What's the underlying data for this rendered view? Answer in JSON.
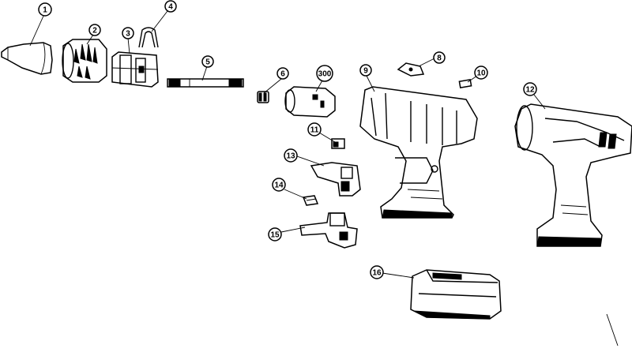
{
  "diagram": {
    "callouts": [
      {
        "id": "c1",
        "label": "1"
      },
      {
        "id": "c2",
        "label": "2"
      },
      {
        "id": "c3",
        "label": "3"
      },
      {
        "id": "c4",
        "label": "4"
      },
      {
        "id": "c5",
        "label": "5"
      },
      {
        "id": "c6",
        "label": "6"
      },
      {
        "id": "c300",
        "label": "300"
      },
      {
        "id": "c9",
        "label": "9"
      },
      {
        "id": "c8",
        "label": "8"
      },
      {
        "id": "c10",
        "label": "10"
      },
      {
        "id": "c12",
        "label": "12"
      },
      {
        "id": "c11",
        "label": "11"
      },
      {
        "id": "c13",
        "label": "13"
      },
      {
        "id": "c14",
        "label": "14"
      },
      {
        "id": "c15",
        "label": "15"
      },
      {
        "id": "c16",
        "label": "16"
      }
    ]
  }
}
